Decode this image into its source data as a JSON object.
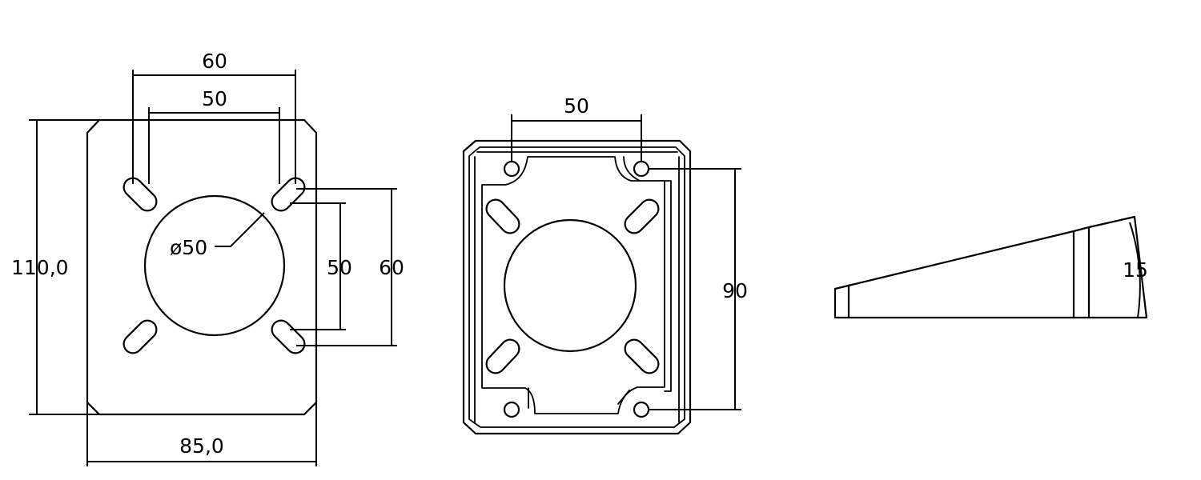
{
  "views": {
    "front": {
      "top_width_outer": "60",
      "top_width_inner": "50",
      "height": "110,0",
      "width": "85,0",
      "right_inner": "50",
      "right_outer": "60",
      "diameter": "ø50"
    },
    "back": {
      "top_width": "50",
      "height": "90"
    },
    "side": {
      "angle": "15"
    }
  }
}
